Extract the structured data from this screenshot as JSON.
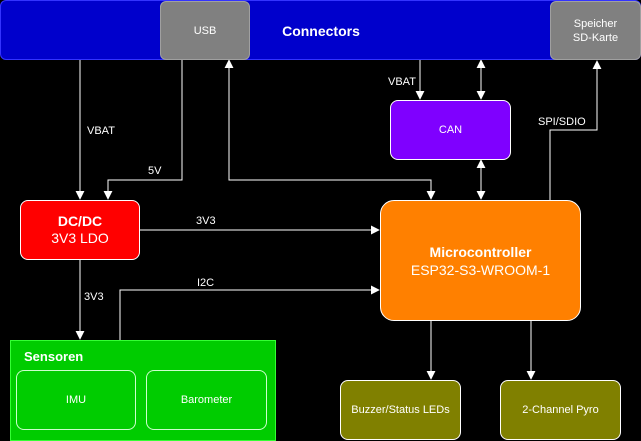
{
  "colors": {
    "background": "#000000",
    "wire": "#ffffff",
    "connectors": "#0000cc",
    "slot": "#808080",
    "can": "#7f00ff",
    "dcdc": "#ff0000",
    "mcu": "#ff8000",
    "sensors": "#00cc00",
    "peripheral": "#808000"
  },
  "blocks": {
    "connectors": {
      "title": "Connectors"
    },
    "usb": {
      "title": "USB"
    },
    "sd": {
      "line1": "Speicher",
      "line2": "SD-Karte"
    },
    "can": {
      "title": "CAN"
    },
    "dcdc": {
      "title": "DC/DC",
      "subtitle": "3V3 LDO"
    },
    "mcu": {
      "title": "Microcontroller",
      "subtitle": "ESP32-S3-WROOM-1"
    },
    "sensors": {
      "title": "Sensoren",
      "imu": "IMU",
      "baro": "Barometer"
    },
    "buzzer": {
      "title": "Buzzer/Status LEDs"
    },
    "pyro": {
      "title": "2-Channel Pyro"
    }
  },
  "labels": {
    "vbat_left": "VBAT",
    "usb_5v": "5V",
    "dcdc_to_mcu": "3V3",
    "dcdc_to_sensors": "3V3",
    "i2c": "I2C",
    "vbat_can": "VBAT",
    "spi": "SPI/SDIO"
  }
}
